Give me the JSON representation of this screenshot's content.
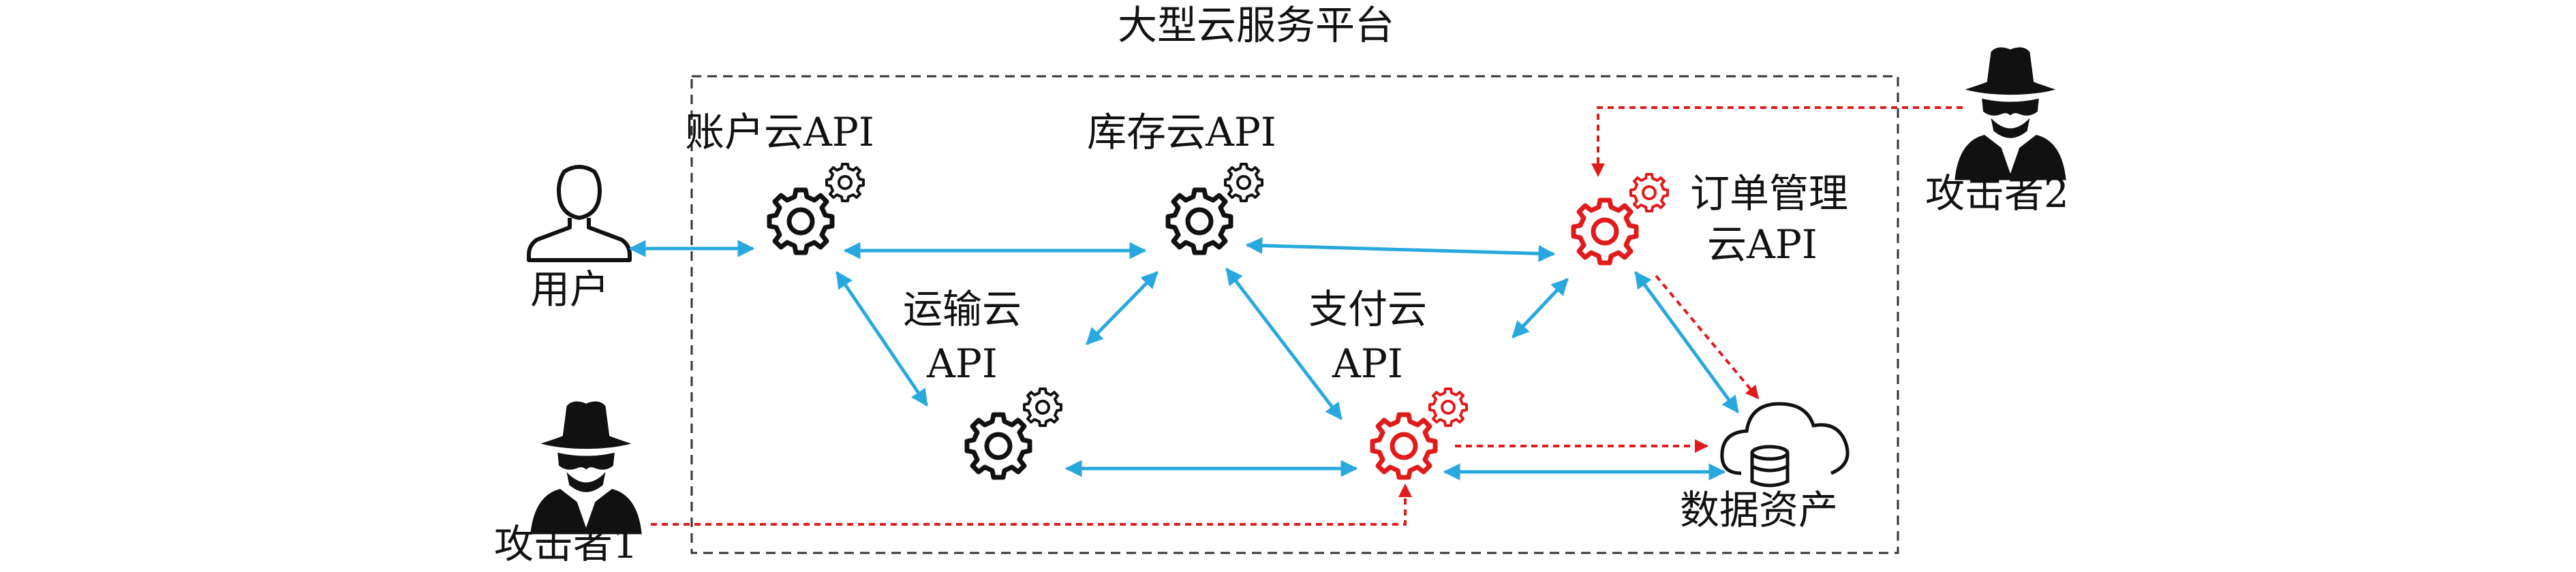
{
  "title": "大型云服务平台",
  "nodes": {
    "user": "用户",
    "account_api": "账户云API",
    "inventory_api": "库存云API",
    "order_api_line1": "订单管理",
    "order_api_line2": "云API",
    "shipping_api_line1": "运输云",
    "shipping_api_line2": "API",
    "payment_api_line1": "支付云",
    "payment_api_line2": "API",
    "data_assets": "数据资产",
    "attacker1": "攻击者1",
    "attacker2": "攻击者2"
  },
  "colors": {
    "link": "#29a8e0",
    "attack": "#e01b1b",
    "ink": "#111111",
    "frame": "#333333"
  },
  "icons": {
    "user": "user-outline-icon",
    "service": "gears-icon",
    "compromised_service": "red-gears-icon",
    "attacker": "spy-icon",
    "data": "cloud-database-icon"
  }
}
